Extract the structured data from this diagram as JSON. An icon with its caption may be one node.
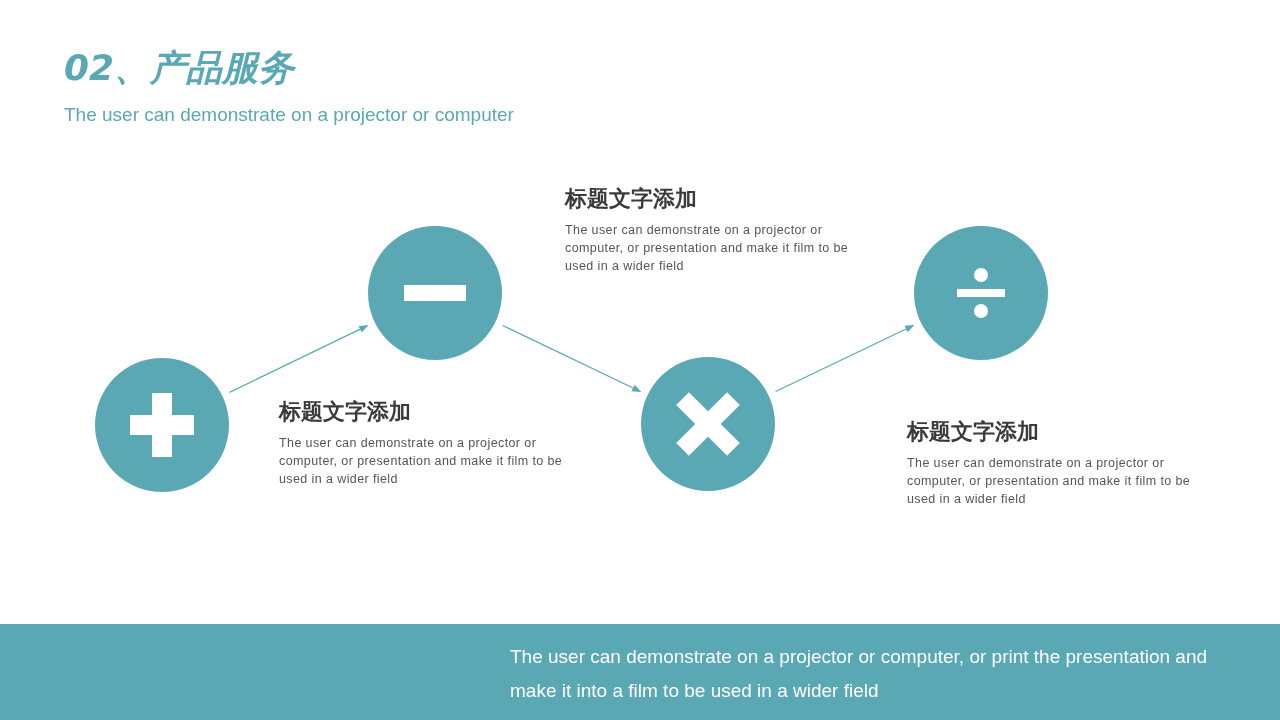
{
  "diagram": {
    "title": "02、产品服务",
    "nodes": [
      {
        "text": [],
        "shape": "circle"
      },
      {
        "text": [],
        "shape": "circle"
      },
      {
        "text": [],
        "shape": "circle"
      },
      {
        "text": [],
        "shape": "circle"
      }
    ],
    "edges": [
      {
        "from": 0,
        "to": 1,
        "arrow": "to"
      },
      {
        "from": 1,
        "to": 2,
        "arrow": "to"
      },
      {
        "from": 2,
        "to": 3,
        "arrow": "to"
      }
    ],
    "labels": [
      "The user can demonstrate on a projector or computer",
      "标题文字添加",
      "The user can demonstrate on a projector or computer, or presentation and make it film to be used in a wider field",
      "标题文字添加",
      "The user can demonstrate on a projector or computer, or presentation and make it film to be used in a wider field",
      "标题文字添加",
      "The user can demonstrate on a projector or computer, or presentation and make it film to be used in a wider field",
      "The user can demonstrate on a projector or computer, or print the presentation and make it into a film to be used in a wider field"
    ]
  }
}
